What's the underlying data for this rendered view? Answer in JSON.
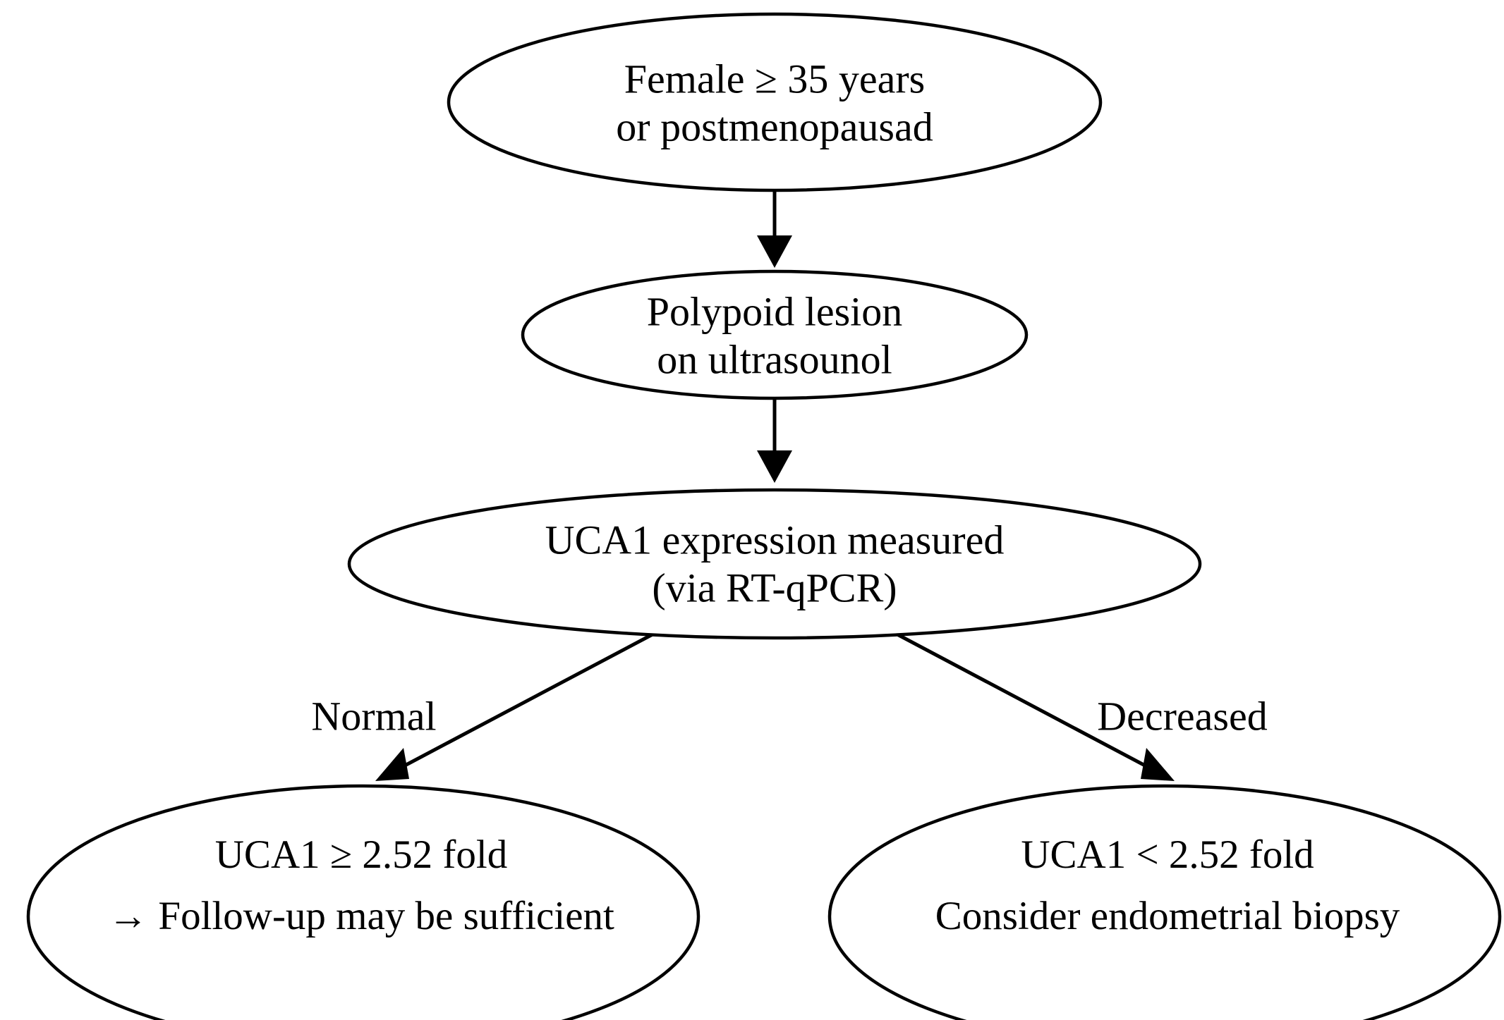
{
  "diagram": {
    "type": "flowchart",
    "title": "UCA1 expression clinical decision flowchart",
    "background_color": "#ffffff",
    "line_color": "#000000",
    "text_color": "#000000",
    "nodes": [
      {
        "id": "patient",
        "shape": "ellipse",
        "name": "node-patient-criteria",
        "lines": [
          "Female ≥ 35 years",
          "or postmenopausad"
        ]
      },
      {
        "id": "lesion",
        "shape": "ellipse",
        "name": "node-polypoid-lesion",
        "lines": [
          "Polypoid lesion",
          "on ultrasounol"
        ]
      },
      {
        "id": "measure",
        "shape": "ellipse",
        "name": "node-uca1-measurement",
        "lines": [
          "UCA1 expression measured",
          "(via RT-qPCR)"
        ]
      },
      {
        "id": "normal-outcome",
        "shape": "ellipse",
        "name": "node-normal-outcome",
        "lines": [
          "UCA1 ≥ 2.52 fold",
          "→ Follow-up may be sufficient"
        ]
      },
      {
        "id": "decreased-outcome",
        "shape": "ellipse",
        "name": "node-decreased-outcome",
        "lines": [
          "UCA1 < 2.52 fold",
          "Consider endometrial biopsy"
        ]
      }
    ],
    "edges": [
      {
        "id": "e1",
        "from": "patient",
        "to": "lesion",
        "label": "",
        "arrow": "filled-triangle"
      },
      {
        "id": "e2",
        "from": "lesion",
        "to": "measure",
        "label": "",
        "arrow": "filled-triangle"
      },
      {
        "id": "e3",
        "from": "measure",
        "to": "normal-outcome",
        "label": "Normal",
        "arrow": "filled-triangle"
      },
      {
        "id": "e4",
        "from": "measure",
        "to": "decreased-outcome",
        "label": "Decreased",
        "arrow": "filled-triangle"
      }
    ]
  }
}
